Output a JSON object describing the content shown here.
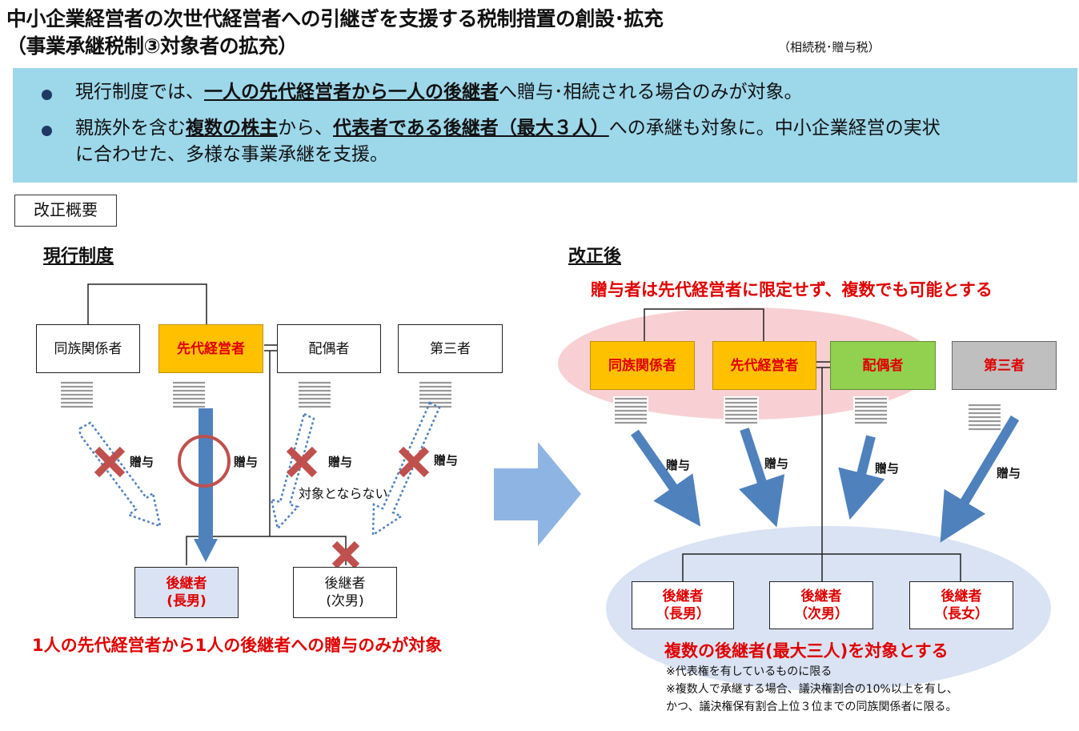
{
  "header": {
    "title_line1": "中小企業経営者の次世代経営者への引継ぎを支援する税制措置の創設･拡充",
    "title_line2": "（事業承継税制③対象者の拡充）",
    "tax_note": "（相続税･贈与税）"
  },
  "summary": {
    "b1_pre": "現行制度では、",
    "b1_bold": "一人の先代経営者から一人の後継者",
    "b1_post": "へ贈与･相続される場合のみが対象。",
    "b2_pre": "親族外を含む",
    "b2_bold1": "複数の株主",
    "b2_mid": "から、",
    "b2_bold2": "代表者である後継者（最大３人）",
    "b2_post": "への承継も対象に。中小企業経営の実状",
    "b2_line2": "に合わせた、多様な事業承継を支援。"
  },
  "overview_label": "改正概要",
  "current": {
    "title": "現行制度",
    "boxes": [
      "同族関係者",
      "先代経営者",
      "配偶者",
      "第三者"
    ],
    "gift": "贈与",
    "not_target": "対象とならない",
    "heir1_line1": "後継者",
    "heir1_line2": "(長男)",
    "heir2_line1": "後継者",
    "heir2_line2": "(次男)",
    "caption": "1人の先代経営者から1人の後継者への贈与のみが対象"
  },
  "revised": {
    "title": "改正後",
    "headline": "贈与者は先代経営者に限定せず、複数でも可能とする",
    "boxes": [
      "同族関係者",
      "先代経営者",
      "配偶者",
      "第三者"
    ],
    "gift": "贈与",
    "heirs": [
      {
        "line1": "後継者",
        "line2": "（長男）"
      },
      {
        "line1": "後継者",
        "line2": "（次男）"
      },
      {
        "line1": "後継者",
        "line2": "（長女）"
      }
    ],
    "caption": "複数の後継者(最大三人)を対象とする",
    "note1": "※代表権を有しているものに限る",
    "note2": "※複数人で承継する場合、議決権割合の10%以上を有し、",
    "note3": "かつ、議決権保有割合上位３位までの同族関係者に限る。"
  },
  "colors": {
    "summary_bg": "#9dd7ea",
    "bullet": "#1f3864",
    "predecessor": "#ffc000",
    "spouse": "#92d050",
    "third_party": "#bfbfbf",
    "heir_bg": "#dae3f3",
    "accent_red": "#e00000",
    "arrow_blue": "#4f81bd",
    "cross_red": "#c0504d"
  }
}
